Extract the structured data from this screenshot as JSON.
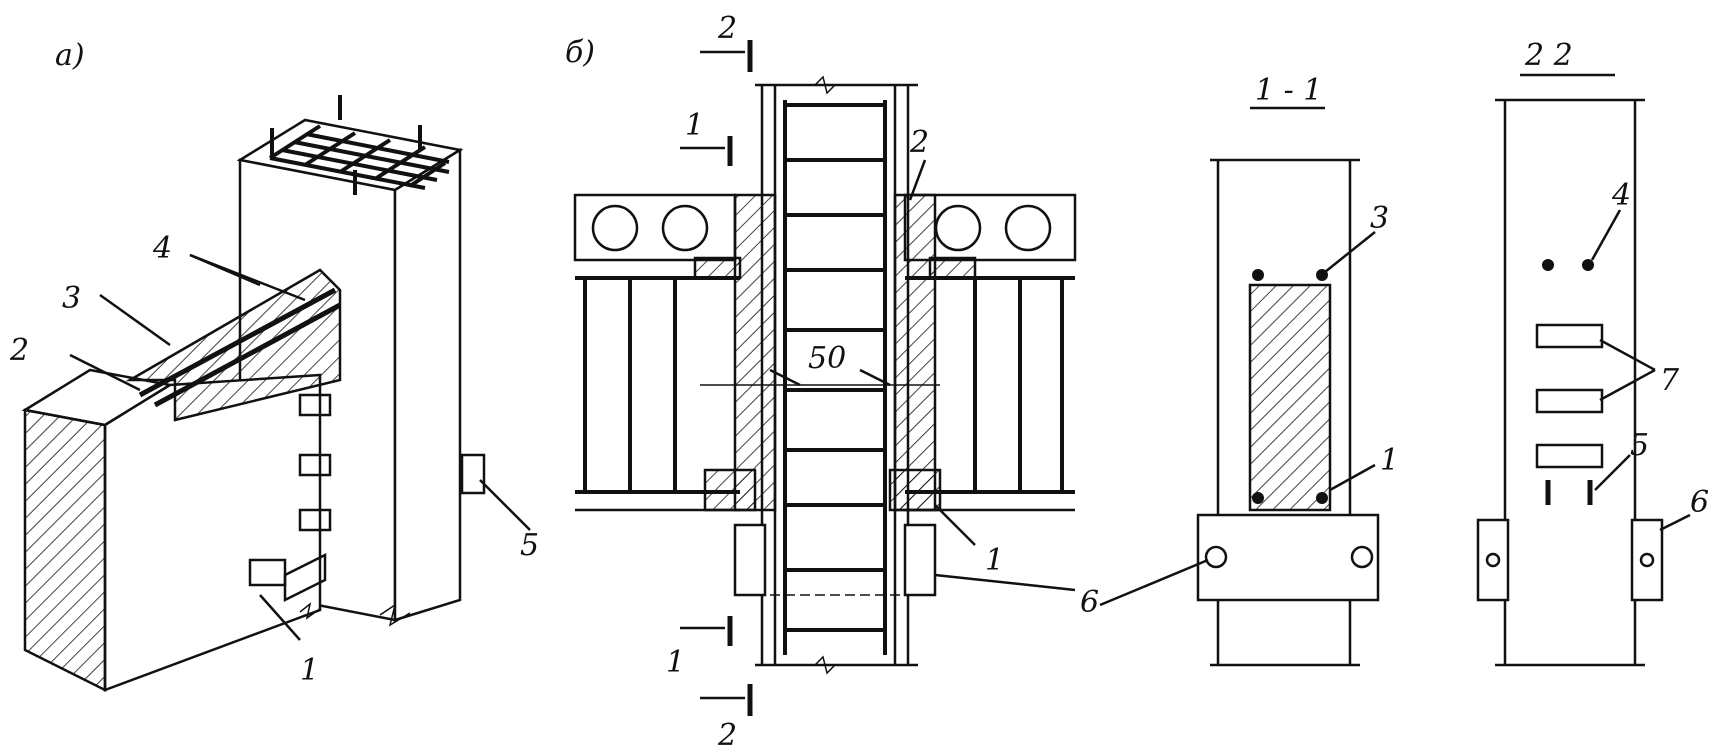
{
  "views": {
    "a": "а)",
    "b": "б)"
  },
  "view_a": {
    "callouts": [
      "1",
      "2",
      "3",
      "4",
      "5"
    ]
  },
  "view_b": {
    "callouts": [
      "1",
      "2",
      "6"
    ],
    "dimension": "50",
    "cut_marks": {
      "top_2": "2",
      "top_1": "1",
      "bottom_1": "1",
      "bottom_2": "2"
    }
  },
  "section_1_1": {
    "title": "1 - 1",
    "callouts": [
      "3",
      "1",
      "6"
    ]
  },
  "section_2_2": {
    "title": "2  2",
    "callouts": [
      "4",
      "7",
      "5",
      "6"
    ]
  }
}
